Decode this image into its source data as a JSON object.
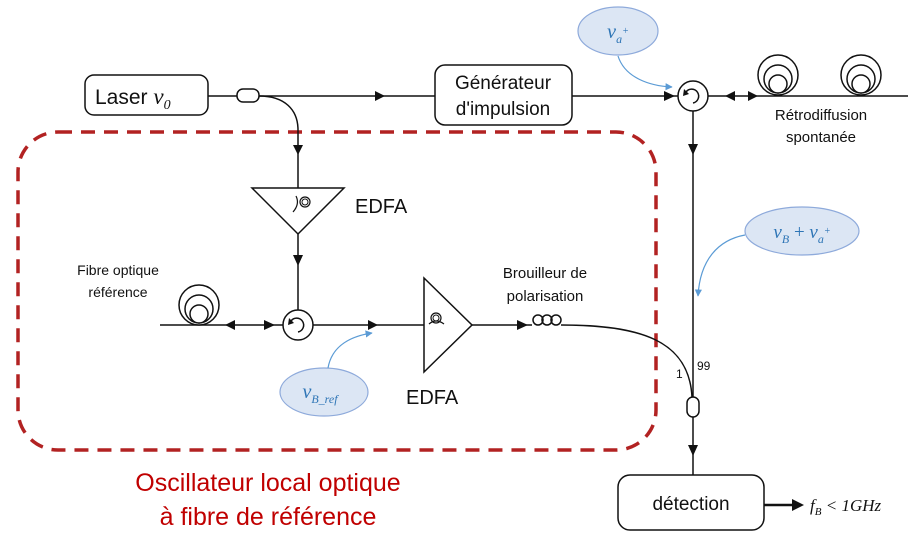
{
  "diagram": {
    "laser": {
      "label": "Laser ",
      "nu": "ν",
      "sub": "0"
    },
    "pulse_generator": {
      "line1": "Générateur",
      "line2": "d'impulsion"
    },
    "backscatter": {
      "line1": "Rétrodiffusion",
      "line2": "spontanée"
    },
    "edfa_top": "EDFA",
    "edfa_bottom": "EDFA",
    "fiber_ref": {
      "line1": "Fibre optique",
      "line2": "référence"
    },
    "scrambler": {
      "line1": "Brouilleur de",
      "line2": "polarisation"
    },
    "coupler_ratio_left": "1",
    "coupler_ratio_right": "99",
    "detection": "détection",
    "output": {
      "f": "f",
      "sub": "B",
      "rest": " < 1GHz"
    },
    "bubble_a_plus": {
      "nu": "ν",
      "sub": "a",
      "sup": "+"
    },
    "bubble_b_plus_a": {
      "nu1": "ν",
      "sub1": "B",
      "plus": " + ",
      "nu2": "ν",
      "sub2": "a",
      "sup2": "+"
    },
    "bubble_b_ref": {
      "nu": "ν",
      "sub": "B_ref"
    },
    "box_title": {
      "line1": "Oscillateur local optique",
      "line2": "à fibre de référence"
    }
  },
  "colors": {
    "line": "#111111",
    "dashed_box": "#b22222",
    "bubble_fill": "#dce6f4",
    "bubble_stroke": "#8eaadb",
    "bubble_text": "#2e75b6",
    "arrow_blue": "#5b9bd5",
    "title_red": "#c00000"
  }
}
